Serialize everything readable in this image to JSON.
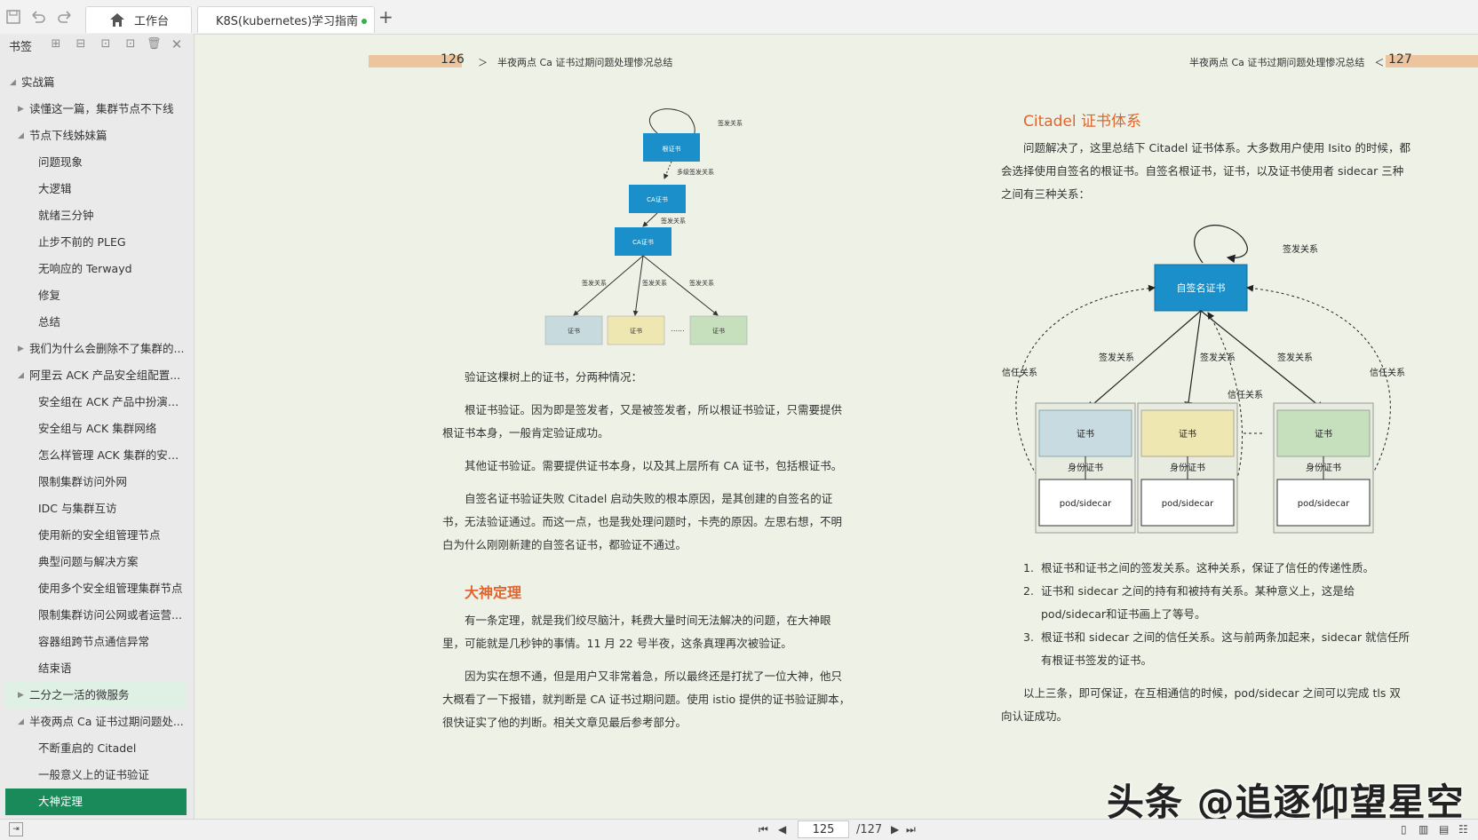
{
  "toolbar": {
    "save_icon": "save-icon",
    "undo_icon": "undo-icon",
    "redo_icon": "redo-icon"
  },
  "tabs": [
    {
      "label": "工作台",
      "icon": "home-icon"
    },
    {
      "label": "K8S(kubernetes)学习指南",
      "status_color": "#2fb34a"
    }
  ],
  "sidebar": {
    "title": "书签",
    "items": [
      {
        "label": "实战篇",
        "level": 0,
        "arrow": "expanded"
      },
      {
        "label": "读懂这一篇，集群节点不下线",
        "level": 1,
        "arrow": "collapsed"
      },
      {
        "label": "节点下线姊妹篇",
        "level": 1,
        "arrow": "expanded"
      },
      {
        "label": "问题现象",
        "level": 2
      },
      {
        "label": "大逻辑",
        "level": 2
      },
      {
        "label": "就绪三分钟",
        "level": 2
      },
      {
        "label": "止步不前的 PLEG",
        "level": 2
      },
      {
        "label": "无响应的 Terwayd",
        "level": 2
      },
      {
        "label": "修复",
        "level": 2
      },
      {
        "label": "总结",
        "level": 2
      },
      {
        "label": "我们为什么会删除不了集群的...",
        "level": 1,
        "arrow": "collapsed"
      },
      {
        "label": "阿里云 ACK 产品安全组配置...",
        "level": 1,
        "arrow": "expanded"
      },
      {
        "label": "安全组在 ACK 产品中扮演的...",
        "level": 2
      },
      {
        "label": "安全组与 ACK 集群网络",
        "level": 2
      },
      {
        "label": "怎么样管理 ACK 集群的安全...",
        "level": 2
      },
      {
        "label": "限制集群访问外网",
        "level": 2
      },
      {
        "label": "IDC 与集群互访",
        "level": 2
      },
      {
        "label": "使用新的安全组管理节点",
        "level": 2
      },
      {
        "label": "典型问题与解决方案",
        "level": 2
      },
      {
        "label": "使用多个安全组管理集群节点",
        "level": 2
      },
      {
        "label": "限制集群访问公网或者运营...",
        "level": 2
      },
      {
        "label": "容器组跨节点通信异常",
        "level": 2
      },
      {
        "label": "结束语",
        "level": 2
      },
      {
        "label": "二分之一活的微服务",
        "level": 1,
        "arrow": "collapsed",
        "state": "hover"
      },
      {
        "label": "半夜两点 Ca 证书过期问题处...",
        "level": 1,
        "arrow": "expanded"
      },
      {
        "label": "不断重启的 Citadel",
        "level": 2
      },
      {
        "label": "一般意义上的证书验证",
        "level": 2
      },
      {
        "label": "大神定理",
        "level": 2,
        "state": "selected"
      }
    ]
  },
  "left_page": {
    "page_number": "126",
    "header": "＞　半夜两点 Ca 证书过期问题处理惨况总结",
    "diagram": {
      "root": "根证书",
      "ca1": "CA证书",
      "ca2": "CA证书",
      "self_sign": "签发关系",
      "multi_sign": "多级签发关系",
      "sign": "签发关系",
      "leaf": "证书",
      "ellipsis": "......"
    },
    "paragraphs": [
      "验证这棵树上的证书，分两种情况：",
      "根证书验证。因为即是签发者，又是被签发者，所以根证书验证，只需要提供根证书本身，一般肯定验证成功。",
      "其他证书验证。需要提供证书本身，以及其上层所有 CA 证书，包括根证书。",
      "自签名证书验证失败 Citadel 启动失败的根本原因，是其创建的自签名的证书，无法验证通过。而这一点，也是我处理问题时，卡壳的原因。左思右想，不明白为什么刚刚新建的自签名证书，都验证不通过。"
    ],
    "heading": "大神定理",
    "paragraphs2": [
      "有一条定理，就是我们绞尽脑汁，耗费大量时间无法解决的问题，在大神眼里，可能就是几秒钟的事情。11 月 22 号半夜，这条真理再次被验证。",
      "因为实在想不通，但是用户又非常着急，所以最终还是打扰了一位大神，他只大概看了一下报错，就判断是 CA 证书过期问题。使用 istio 提供的证书验证脚本，很快证实了他的判断。相关文章见最后参考部分。"
    ]
  },
  "right_page": {
    "page_number": "127",
    "header": "半夜两点 Ca 证书过期问题处理惨况总结　＜",
    "heading": "Citadel 证书体系",
    "intro": "问题解决了，这里总结下 Citadel 证书体系。大多数用户使用 Isito 的时候，都会选择使用自签名的根证书。自签名根证书，证书，以及证书使用者 sidecar 三种之间有三种关系：",
    "diagram": {
      "root": "自签名证书",
      "self_sign": "签发关系",
      "sign": "签发关系",
      "trust": "信任关系",
      "cert": "证书",
      "identity": "身份证书",
      "pod": "pod/sidecar"
    },
    "list": [
      "根证书和证书之间的签发关系。这种关系，保证了信任的传递性质。",
      "证书和 sidecar 之间的持有和被持有关系。某种意义上，这是给 pod/sidecar和证书画上了等号。",
      "根证书和 sidecar 之间的信任关系。这与前两条加起来，sidecar 就信任所有根证书签发的证书。"
    ],
    "list_numbers": [
      "1.",
      "2.",
      "3."
    ],
    "outro": "以上三条，即可保证，在互相通信的时候，pod/sidecar 之间可以完成 tls 双向认证成功。"
  },
  "bottom": {
    "current_page": "125",
    "total_pages": "/127"
  },
  "watermark": "头条 @追逐仰望星空",
  "colors": {
    "accent_green": "#1a8a5a",
    "heading_orange": "#e2642c",
    "page_bg": "#eef2e6",
    "header_bar": "#ecc49e",
    "node_blue": "#1b8fc9"
  }
}
